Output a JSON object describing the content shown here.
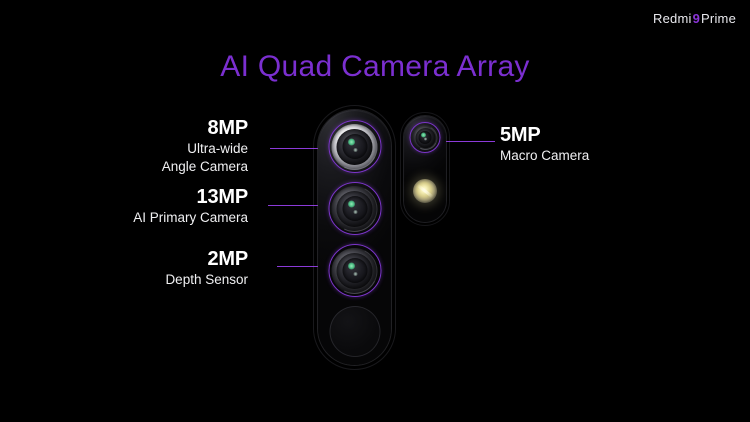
{
  "brand": {
    "prefix": "Redmi",
    "model_number": "9",
    "suffix": "Prime",
    "accent_color": "#8b35d8"
  },
  "slide": {
    "title": "AI Quad Camera Array",
    "title_color": "#7b2fd0",
    "background_color": "#000000",
    "leader_line_color": "#8b3ad8"
  },
  "cameras": {
    "ultrawide": {
      "megapixels": "8MP",
      "name_line1": "Ultra-wide",
      "name_line2": "Angle Camera"
    },
    "primary": {
      "megapixels": "13MP",
      "name_line1": "AI Primary Camera",
      "name_line2": ""
    },
    "depth": {
      "megapixels": "2MP",
      "name_line1": "Depth Sensor",
      "name_line2": ""
    },
    "macro": {
      "megapixels": "5MP",
      "name_line1": "Macro Camera",
      "name_line2": ""
    }
  },
  "hardware": {
    "module_label": "camera-module",
    "flash_label": "led-flash",
    "bottom_circle_label": "bottom-circle"
  }
}
